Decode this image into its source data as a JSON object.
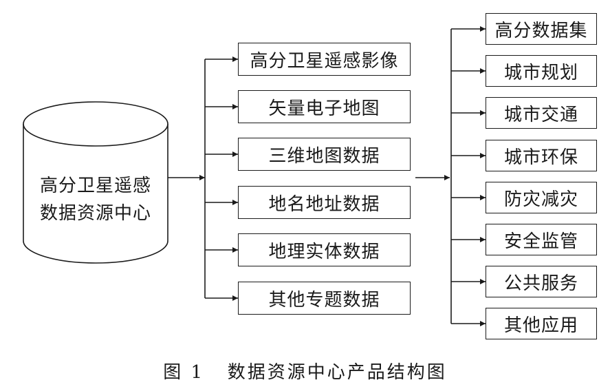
{
  "source": {
    "line1": "高分卫星遥感",
    "line2": "数据资源中心"
  },
  "data_products": [
    "高分卫星遥感影像",
    "矢量电子地图",
    "三维地图数据",
    "地名地址数据",
    "地理实体数据",
    "其他专题数据"
  ],
  "applications": [
    "高分数据集",
    "城市规划",
    "城市交通",
    "城市环保",
    "防灾减灾",
    "安全监管",
    "公共服务",
    "其他应用"
  ],
  "caption": "图 1   数据资源中心产品结构图"
}
